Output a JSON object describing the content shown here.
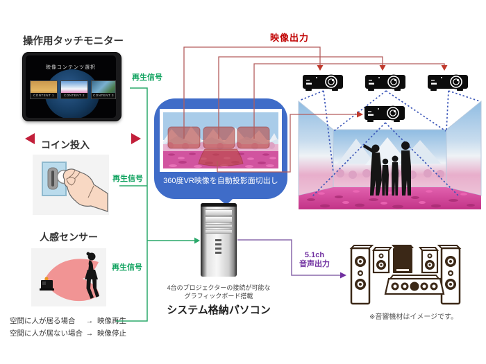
{
  "sections": {
    "touch_monitor": {
      "title": "操作用タッチモニター",
      "screen_title": "映像コンテンツ選択",
      "thumbnails": [
        {
          "label": "CONTENT 1"
        },
        {
          "label": "CONTENT 2"
        },
        {
          "label": "CONTENT 3"
        }
      ]
    },
    "coin": {
      "title": "コイン投入"
    },
    "sensor": {
      "title": "人感センサー",
      "rules": [
        {
          "condition": "空間に人が居る場合",
          "arrow": "→",
          "result": "映像再生"
        },
        {
          "condition": "空間に人が居ない場合",
          "arrow": "→",
          "result": "映像停止"
        }
      ]
    },
    "bubble": {
      "caption": "360度VR映像を自動投影面切出し"
    },
    "pc": {
      "caption_line1": "4台のプロジェクターの接続が可能な",
      "caption_line2": "グラフィックボード搭載",
      "title": "システム格納パソコン"
    },
    "audio": {
      "channels": "5.1ch",
      "label": "音声出力",
      "note": "※音響機材はイメージです。"
    }
  },
  "signals": {
    "playback": "再生信号",
    "video_output": "映像出力"
  },
  "icons": {
    "tablet": "touch-monitor-icon",
    "coin": "coin-insert-hand-icon",
    "sensor": "motion-sensor-icon",
    "projector": "projector-icon",
    "pc": "pc-tower-icon",
    "speakers": "speaker-set-icon",
    "room": "immersive-room-icon"
  },
  "colors": {
    "signal_green": "#0ea25e",
    "line_green": "#2aa86a",
    "video_red_text": "#c00000",
    "line_red": "#b35c5c",
    "audio_purple_text": "#7030a0",
    "line_purple": "#8a68ab",
    "bubble_blue": "#3f6cc8",
    "overlay_red": "rgba(186,72,66,0.62)",
    "speaker_brown": "#3b2817",
    "dotted_blue": "#3a55b8"
  }
}
